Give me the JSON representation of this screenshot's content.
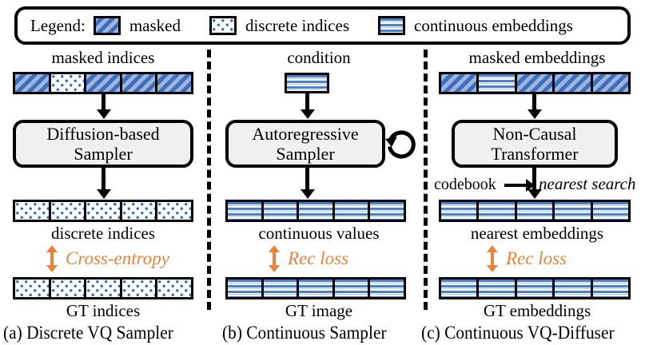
{
  "legend": {
    "label": "Legend:",
    "items": [
      {
        "swatch": "masked-swatch",
        "text": "masked"
      },
      {
        "swatch": "discrete-indices-swatch",
        "text": "discrete indices"
      },
      {
        "swatch": "continuous-embeddings-swatch",
        "text": "continuous embeddings"
      }
    ]
  },
  "colors": {
    "accent_orange": "#E8823C",
    "pattern_blue": "#4a7fc9",
    "masked_blue": "#3f6fba",
    "box_fill": "#f0f0f0",
    "outline": "#000000"
  },
  "columns": [
    {
      "id": "a",
      "top_label": "masked indices",
      "input_cells": [
        "masked",
        "discrete",
        "masked",
        "masked",
        "masked"
      ],
      "box_text": "Diffusion-based Sampler",
      "box_line1": "Diffusion-based",
      "box_line2": "Sampler",
      "output_cells": [
        "discrete",
        "discrete",
        "discrete",
        "discrete",
        "discrete"
      ],
      "mid_label": "discrete indices",
      "loss_text": "Cross-entropy",
      "gt_cells": [
        "discrete",
        "discrete",
        "discrete",
        "discrete",
        "discrete"
      ],
      "bottom_label": "GT indices",
      "caption": "(a) Discrete VQ Sampler"
    },
    {
      "id": "b",
      "top_label": "condition",
      "condition_cell": "continuous",
      "box_text": "Autoregressive Sampler",
      "box_line1": "Autoregressive",
      "box_line2": "Sampler",
      "loop_icon": "self-loop-arrow-icon",
      "output_cells": [
        "continuous",
        "continuous",
        "continuous",
        "continuous",
        "continuous"
      ],
      "mid_label": "continuous values",
      "loss_text": "Rec loss",
      "gt_cells": [
        "continuous",
        "continuous",
        "continuous",
        "continuous",
        "continuous"
      ],
      "bottom_label": "GT image",
      "caption": "(b) Continuous Sampler"
    },
    {
      "id": "c",
      "top_label": "masked embeddings",
      "input_cells": [
        "masked",
        "continuous",
        "masked",
        "masked",
        "masked"
      ],
      "box_text": "Non-Causal Transformer",
      "box_line1": "Non-Causal",
      "box_line2": "Transformer",
      "codebook_label": "codebook",
      "nearest_label": "nearest search",
      "output_cells": [
        "continuous",
        "continuous",
        "continuous",
        "continuous",
        "continuous"
      ],
      "mid_label": "nearest embeddings",
      "loss_text": "Rec loss",
      "gt_cells": [
        "continuous",
        "continuous",
        "continuous",
        "continuous",
        "continuous"
      ],
      "bottom_label": "GT embeddings",
      "caption": "(c) Continuous VQ-Diffuser"
    }
  ]
}
